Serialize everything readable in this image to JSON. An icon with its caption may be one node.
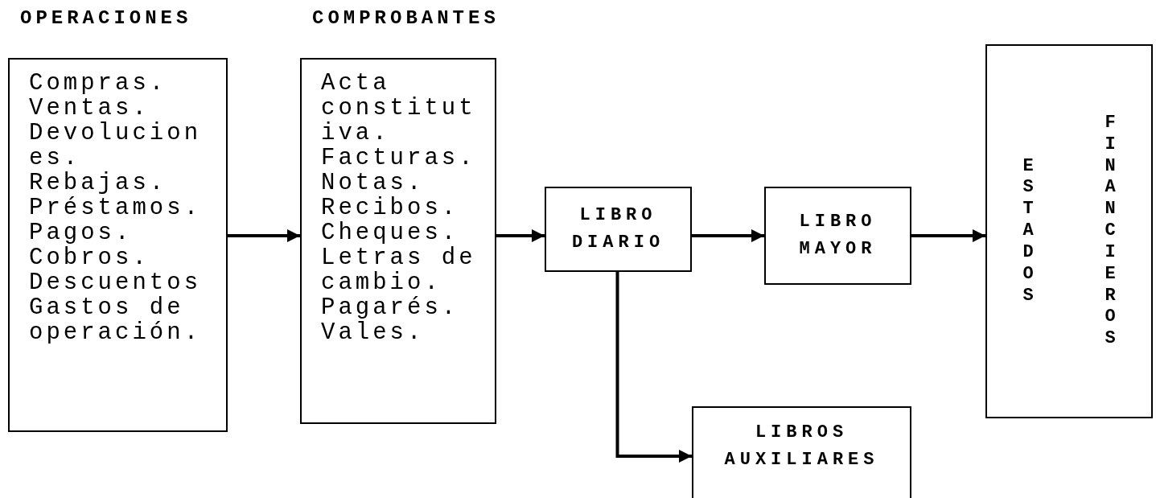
{
  "diagram": {
    "nodes": [
      {
        "text": [
          "OPERACIONES",
          "Compras. Ventas. Devoluciones. Rebajas. Préstamos. Pagos. Cobros. Descuentos Gastos de operación."
        ]
      },
      {
        "text": [
          "COMPROBANTES",
          "Acta constitutiva. Facturas. Notas. Recibos. Cheques. Letras de cambio. Pagarés. Vales."
        ]
      },
      {
        "text": [
          "LIBRO DIARIO"
        ]
      },
      {
        "text": [
          "LIBRO MAYOR"
        ]
      },
      {
        "text": [
          "ESTADOS",
          "FINANCIEROS"
        ]
      },
      {
        "text": [
          "LIBROS AUXILIARES"
        ]
      }
    ],
    "edges": [
      {
        "from": 0,
        "to": 1,
        "arrow": "to"
      },
      {
        "from": 1,
        "to": 2,
        "arrow": "to"
      },
      {
        "from": 2,
        "to": 3,
        "arrow": "to"
      },
      {
        "from": 3,
        "to": 4,
        "arrow": "to"
      },
      {
        "from": 2,
        "to": 5,
        "arrow": "to"
      }
    ]
  }
}
